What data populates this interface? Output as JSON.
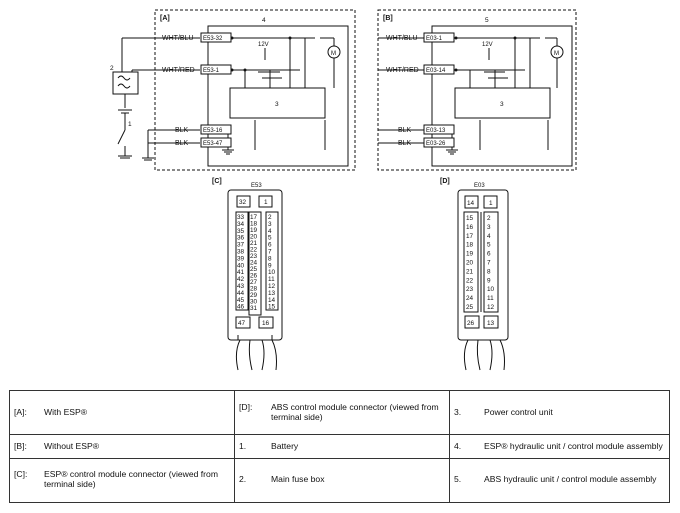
{
  "diagram_a": {
    "label": "[A]",
    "module_number": "4",
    "inner_box_number": "3",
    "voltage": "12V",
    "motor": "M",
    "wires": [
      {
        "color": "WHT/BLU",
        "terminal": "E53-32"
      },
      {
        "color": "WHT/RED",
        "terminal": "E53-1"
      },
      {
        "color": "BLK",
        "terminal": "E53-16"
      },
      {
        "color": "BLK",
        "terminal": "E53-47"
      }
    ],
    "fuse_box_number": "2",
    "battery_number": "1"
  },
  "diagram_b": {
    "label": "[B]",
    "module_number": "5",
    "inner_box_number": "3",
    "voltage": "12V",
    "motor": "M",
    "wires": [
      {
        "color": "WHT/BLU",
        "terminal": "E03-1"
      },
      {
        "color": "WHT/RED",
        "terminal": "E03-14"
      },
      {
        "color": "BLK",
        "terminal": "E03-13"
      },
      {
        "color": "BLK",
        "terminal": "E03-26"
      }
    ]
  },
  "connector_c": {
    "label": "[C]",
    "name": "E53",
    "top_pins": [
      "32",
      "1"
    ],
    "left_col": [
      "33",
      "34",
      "35",
      "36",
      "37",
      "38",
      "39",
      "40",
      "41",
      "42",
      "43",
      "44",
      "45",
      "46"
    ],
    "mid_col": [
      "17",
      "18",
      "19",
      "20",
      "21",
      "22",
      "23",
      "24",
      "25",
      "26",
      "27",
      "28",
      "29",
      "30",
      "31"
    ],
    "right_col": [
      "2",
      "3",
      "4",
      "5",
      "6",
      "7",
      "8",
      "9",
      "10",
      "11",
      "12",
      "13",
      "14",
      "15"
    ],
    "bottom_pins": [
      "47",
      "16"
    ]
  },
  "connector_d": {
    "label": "[D]",
    "name": "E03",
    "top_pins": [
      "14",
      "1"
    ],
    "left_col": [
      "15",
      "16",
      "17",
      "18",
      "19",
      "20",
      "21",
      "22",
      "23",
      "24",
      "25"
    ],
    "right_col": [
      "2",
      "3",
      "4",
      "5",
      "6",
      "7",
      "8",
      "9",
      "10",
      "11",
      "12"
    ],
    "bottom_pins": [
      "26",
      "13"
    ]
  },
  "legend": {
    "rows": [
      [
        {
          "key": "[A]:",
          "value": "With ESP®"
        },
        {
          "key": "[D]:",
          "value": "ABS control module connector (viewed from terminal side)"
        },
        {
          "key": "3.",
          "value": "Power control unit"
        }
      ],
      [
        {
          "key": "[B]:",
          "value": "Without ESP®"
        },
        {
          "key": "1.",
          "value": "Battery"
        },
        {
          "key": "4.",
          "value": "ESP® hydraulic unit / control module assembly"
        }
      ],
      [
        {
          "key": "[C]:",
          "value": "ESP® control module connector (viewed from terminal side)"
        },
        {
          "key": "2.",
          "value": "Main fuse box"
        },
        {
          "key": "5.",
          "value": "ABS hydraulic unit / control module assembly"
        }
      ]
    ]
  }
}
